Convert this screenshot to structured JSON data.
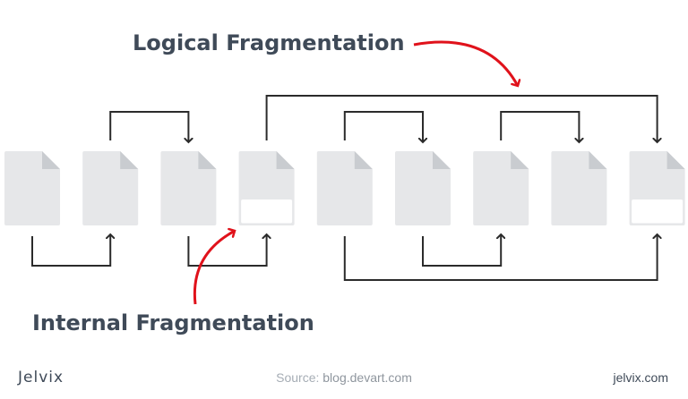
{
  "labels": {
    "logical": "Logical Fragmentation",
    "internal": "Internal Fragmentation"
  },
  "footer": {
    "brand": "Jelvix",
    "source_prefix": "Source:",
    "source_url": "blog.devart.com",
    "site": "jelvix.com"
  },
  "colors": {
    "page_fill": "#e6e7e9",
    "page_fold": "#c9ccd0",
    "arrow": "#2b2b2b",
    "highlight_arrow": "#e0121b",
    "title": "#3f4a58",
    "footer_muted": "#a6adb5"
  },
  "pages": [
    {
      "id": 1,
      "partial": false
    },
    {
      "id": 2,
      "partial": false
    },
    {
      "id": 3,
      "partial": false
    },
    {
      "id": 4,
      "partial": true
    },
    {
      "id": 5,
      "partial": false
    },
    {
      "id": 6,
      "partial": false
    },
    {
      "id": 7,
      "partial": false
    },
    {
      "id": 8,
      "partial": false
    },
    {
      "id": 9,
      "partial": true
    }
  ],
  "links": {
    "top": [
      [
        2,
        3
      ],
      [
        4,
        9
      ],
      [
        5,
        6
      ],
      [
        7,
        8
      ]
    ],
    "bottom": [
      [
        1,
        2
      ],
      [
        3,
        4
      ],
      [
        5,
        9
      ],
      [
        6,
        7
      ]
    ]
  }
}
